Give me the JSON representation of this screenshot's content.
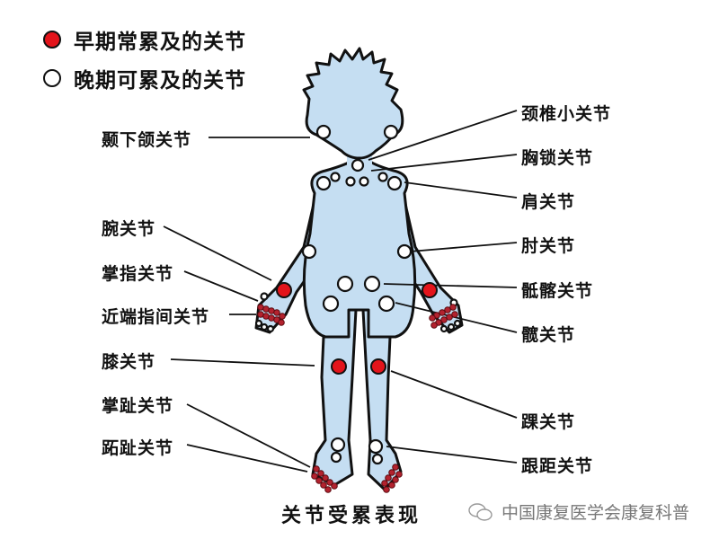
{
  "legend": {
    "early": {
      "label": "早期常累及的关节",
      "color": "#e3141b"
    },
    "late": {
      "label": "晚期可累及的关节",
      "color": "#ffffff"
    }
  },
  "labels_left": [
    {
      "id": "tmj",
      "text": "颞下颌关节"
    },
    {
      "id": "wrist",
      "text": "腕关节"
    },
    {
      "id": "mcp",
      "text": "掌指关节"
    },
    {
      "id": "pip",
      "text": "近端指间关节"
    },
    {
      "id": "knee",
      "text": "膝关节"
    },
    {
      "id": "mtp",
      "text": "掌趾关节"
    },
    {
      "id": "ip_toe",
      "text": "跖趾关节"
    }
  ],
  "labels_right": [
    {
      "id": "cervical",
      "text": "颈椎小关节"
    },
    {
      "id": "sternoclavicular",
      "text": "胸锁关节"
    },
    {
      "id": "shoulder",
      "text": "肩关节"
    },
    {
      "id": "elbow",
      "text": "肘关节"
    },
    {
      "id": "sacroiliac",
      "text": "骶髂关节"
    },
    {
      "id": "hip",
      "text": "髋关节"
    },
    {
      "id": "ankle",
      "text": "踝关节"
    },
    {
      "id": "subtalar",
      "text": "跟距关节"
    }
  ],
  "caption": "关节受累表现",
  "watermark": {
    "icon": "wechat-icon",
    "text": "中国康复医学会康复科普"
  },
  "colors": {
    "body_fill": "#c5def2",
    "outline": "#111111",
    "early_joint": "#e3141b",
    "small_joint": "#b3222e",
    "late_joint": "#ffffff"
  }
}
